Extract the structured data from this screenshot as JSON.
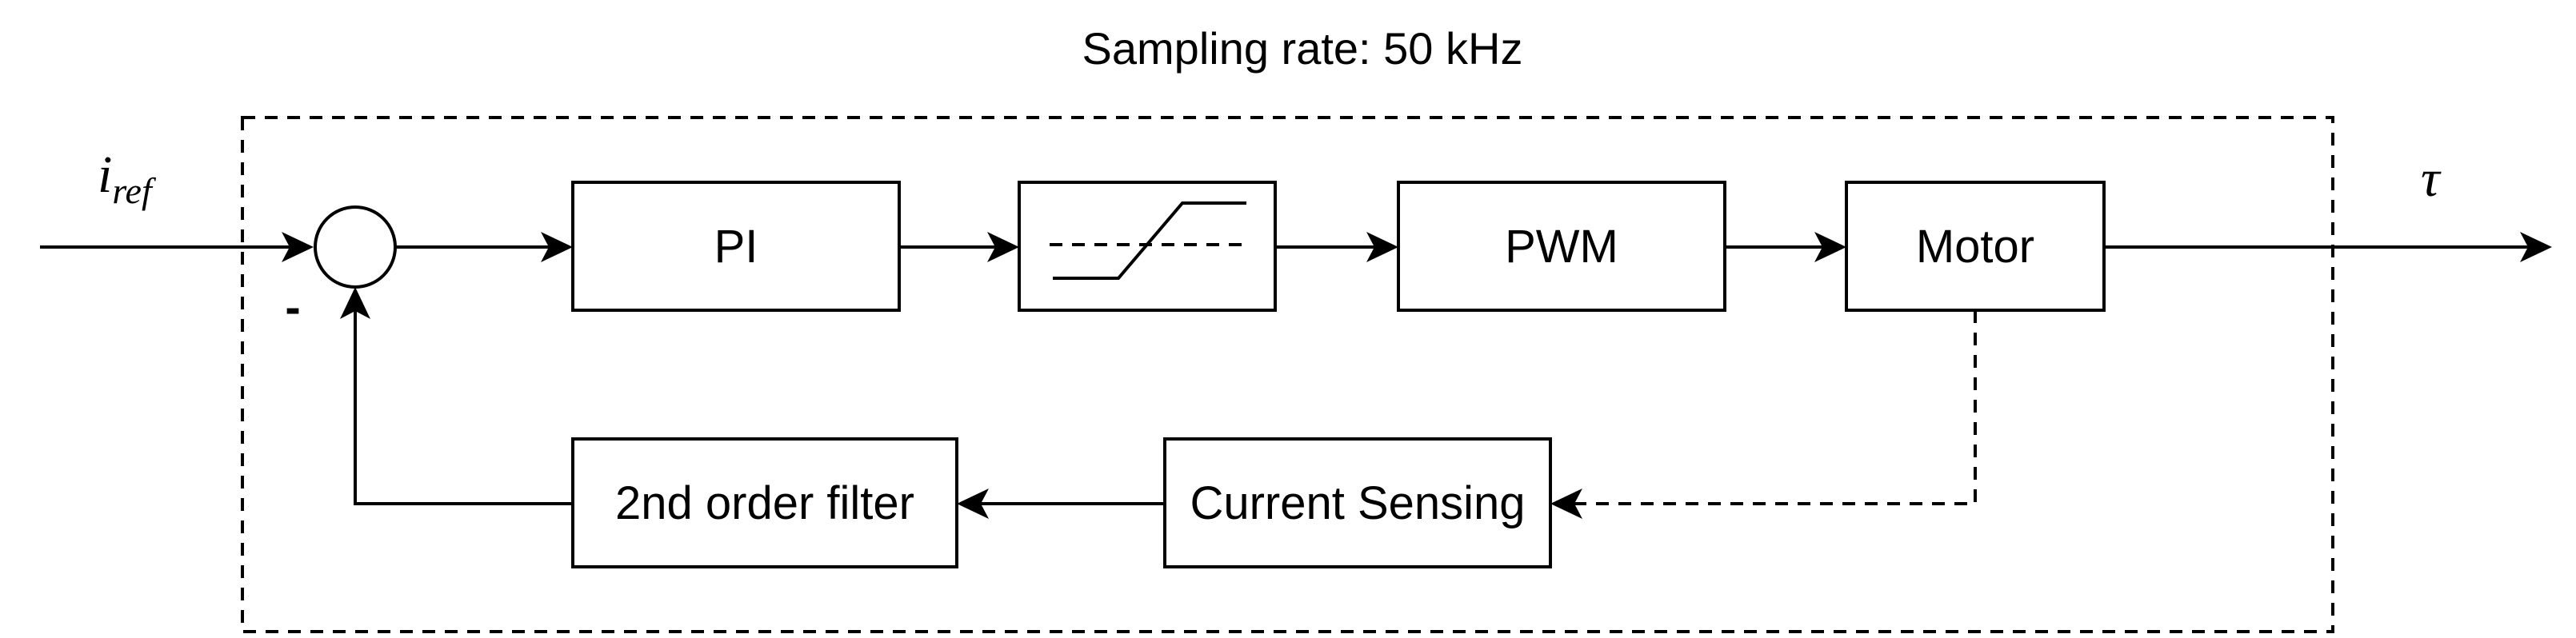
{
  "diagram": {
    "title": "Sampling rate: 50 kHz",
    "input_label": {
      "symbol": "i",
      "subscript": "ref"
    },
    "output_label": "τ",
    "sum_sign": "-",
    "blocks": {
      "pi": "PI",
      "pwm": "PWM",
      "motor": "Motor",
      "current_sensing": "Current Sensing",
      "filter": "2nd order filter"
    }
  }
}
